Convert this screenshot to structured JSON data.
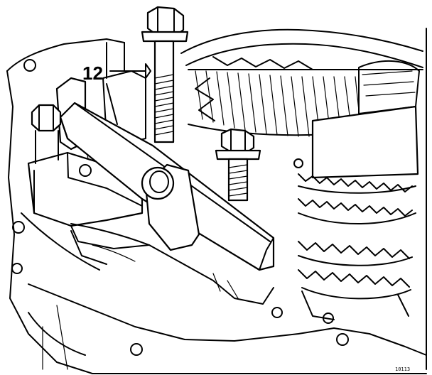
{
  "diagram": {
    "callouts": [
      {
        "id": "12",
        "label": "12"
      }
    ],
    "reference_code": "10113"
  }
}
